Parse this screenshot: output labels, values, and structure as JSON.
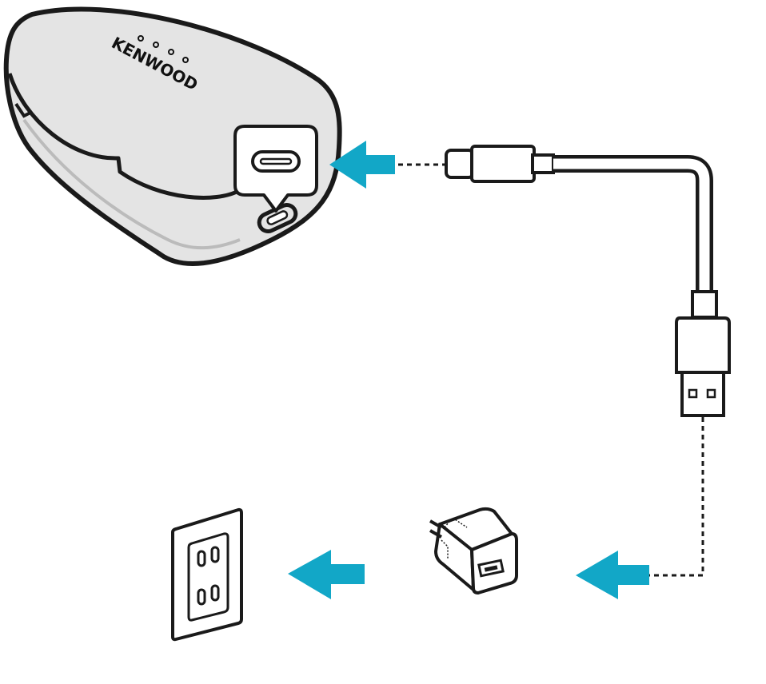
{
  "case": {
    "brand": "KENWOOD",
    "led_count": 4,
    "port": "usb-c-port"
  },
  "cable": {
    "end_a": "usb-c-plug",
    "end_b": "usb-a-plug"
  },
  "adapter": {
    "name": "usb-ac-adapter"
  },
  "outlet": {
    "name": "wall-outlet"
  },
  "colors": {
    "arrow": "#12A7C7",
    "case_fill": "#E4E4E4",
    "outline": "#1A1A1A"
  },
  "icons": [
    "arrow-left-icon",
    "usb-c-port-icon",
    "usb-c-plug-icon",
    "usb-a-plug-icon",
    "ac-adapter-icon",
    "wall-outlet-icon"
  ]
}
